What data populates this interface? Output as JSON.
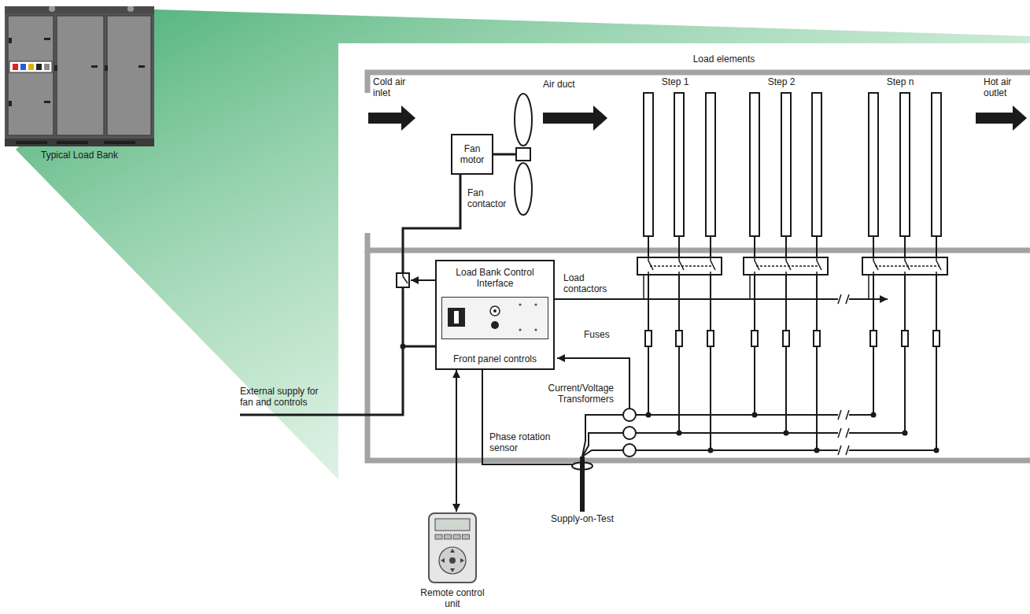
{
  "diagram": {
    "nodes": [
      {
        "text": [
          "Typical Load Bank"
        ]
      },
      {
        "text": [
          "Fan motor"
        ]
      },
      {
        "text": [
          "Load Bank Control Interface",
          "Front panel controls"
        ]
      },
      {
        "text": [
          "Remote control unit"
        ]
      }
    ],
    "edges": [
      {
        "from": 2,
        "to": 3,
        "arrow": "both"
      }
    ],
    "labels": [
      "Load elements",
      "Step 1",
      "Step 2",
      "Step n",
      "Cold air inlet",
      "Air duct",
      "Hot air outlet",
      "Fan contactor",
      "Load contactors",
      "Fuses",
      "Current/Voltage Transformers",
      "Phase rotation sensor",
      "External supply for fan and controls",
      "Supply-on-Test"
    ]
  }
}
